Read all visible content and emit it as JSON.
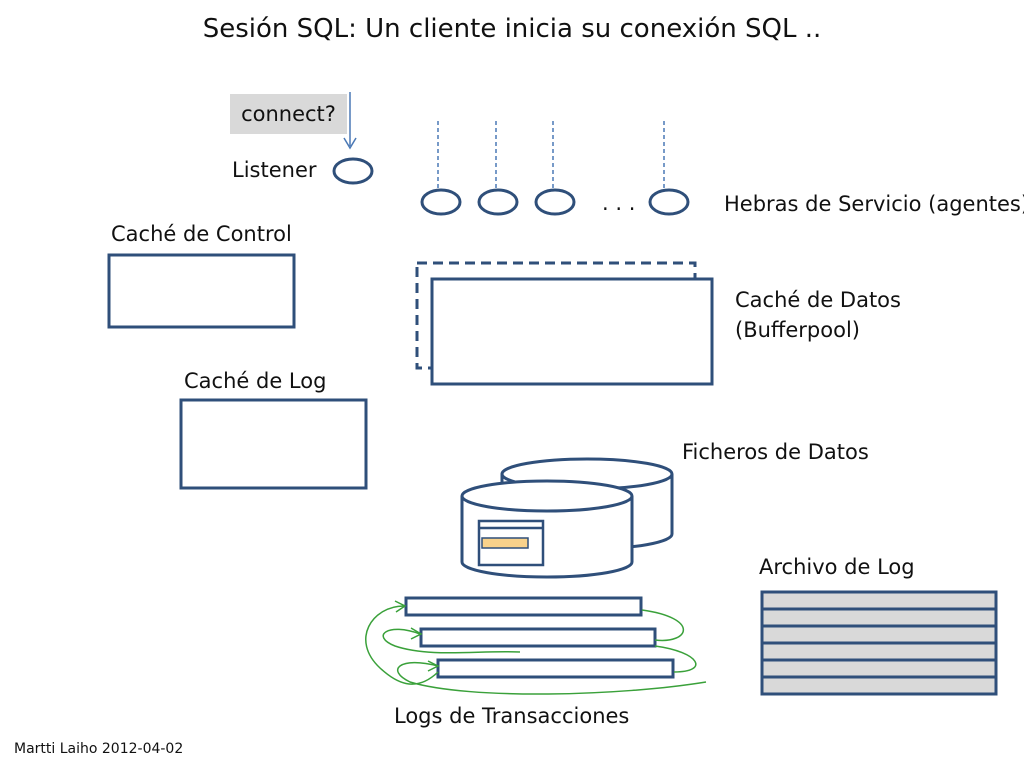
{
  "title": "Sesión SQL: Un cliente inicia su conexión SQL ..",
  "labels": {
    "connect": "connect?",
    "listener": "Listener",
    "ellipsis": ". . .",
    "service_threads": "Hebras de Servicio (agentes)",
    "control_cache": "Caché de Control",
    "data_cache_line1": "Caché de Datos",
    "data_cache_line2": "(Bufferpool)",
    "log_cache": "Caché de Log",
    "data_files": "Ficheros de Datos",
    "log_archive": "Archivo de Log",
    "transaction_logs": "Logs de Transacciones"
  },
  "footer": "Martti Laiho 2012-04-02",
  "colors": {
    "shape_stroke": "#2f4f7a",
    "dashed_line": "#4a78b5",
    "arrow_green": "#3aa13a",
    "log_fill": "#d9d9d9",
    "highlight_fill": "#f9d28b"
  }
}
